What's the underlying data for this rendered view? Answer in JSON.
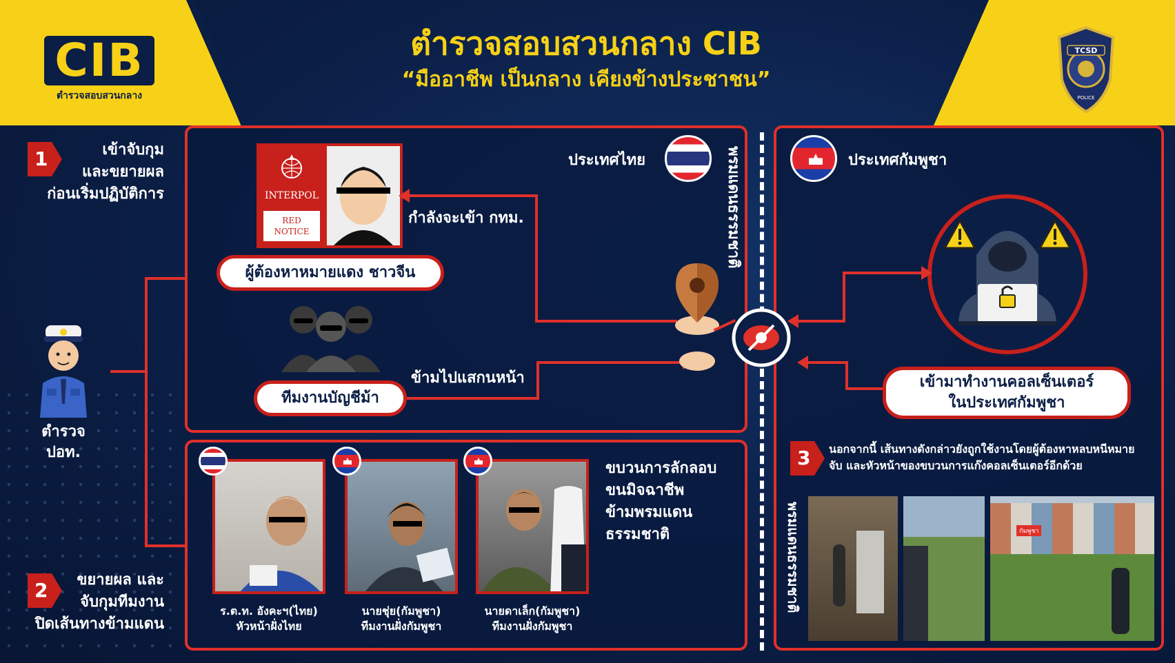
{
  "header": {
    "logo_text": "CIB",
    "logo_sub": "ตำรวจสอบสวนกลาง",
    "title": "ตำรวจสอบสวนกลาง CIB",
    "subtitle": "“มืออาชีพ เป็นกลาง เคียงข้างประชาชน”",
    "badge_text": "TCSD",
    "badge_sub": "POLICE"
  },
  "steps": {
    "step1": {
      "number": "1",
      "text_lines": [
        "เข้าจับกุม",
        "และขยายผล",
        "ก่อนเริ่มปฏิบัติการ"
      ]
    },
    "step2": {
      "number": "2",
      "text_lines": [
        "ขยายผล และ",
        "จับกุมทีมงาน",
        "ปิดเส้นทางข้ามแดน"
      ]
    },
    "step3": {
      "number": "3",
      "text": "นอกจากนี้ เส้นทางดังกล่าวยังถูกใช้งานโดยผู้ต้องหาหลบหนีหมายจับ และหัวหน้าของขบวนการแก๊งคอลเซ็นเตอร์อีกด้วย"
    }
  },
  "police": {
    "label_lines": [
      "ตำรวจ",
      "ปอท."
    ]
  },
  "thailand_panel": {
    "country": "ประเทศไทย",
    "interpol_logo": "INTERPOL",
    "red_notice_lines": [
      "RED",
      "NOTICE"
    ],
    "suspect_pill": "ผู้ต้องหาหมายแดง ชาวจีน",
    "heading_bkk": "กำลังจะเข้า กทม.",
    "mule_pill": "ทีมงานบัญชีม้า",
    "crossing_label": "ข้ามไปแสกนหน้า",
    "border_label": "พรมแดนธรรมชาติ"
  },
  "cambodia_panel": {
    "country": "ประเทศกัมพูชา",
    "callcenter_pill_lines": [
      "เข้ามาทำงานคอลเซ็นเตอร์",
      "ในประเทศกัมพูชา"
    ],
    "border_label": "พรมแดนธรรมชาติ",
    "photo_tag": "กัมพูชา"
  },
  "smuggling": {
    "heading_lines": [
      "ขบวนการลักลอบ",
      "ขนมิจฉาชีพ",
      "ข้ามพรมแดน",
      "ธรรมชาติ"
    ],
    "people": [
      {
        "flag": "thai-flag-icon",
        "caption_lines": [
          "ร.ต.ท. อังคะฯ(ไทย)",
          "หัวหน้าฝั่งไทย"
        ]
      },
      {
        "flag": "cambodia-flag-icon",
        "caption_lines": [
          "นายชุ่ย(กัมพูชา)",
          "ทีมงานฝั่งกัมพูชา"
        ]
      },
      {
        "flag": "cambodia-flag-icon",
        "caption_lines": [
          "นายดาเล็ก(กัมพูชา)",
          "ทีมงานฝั่งกัมพูชา"
        ]
      }
    ]
  },
  "colors": {
    "navy": "#0b1e45",
    "yellow": "#f7d117",
    "red": "#c8201b"
  }
}
